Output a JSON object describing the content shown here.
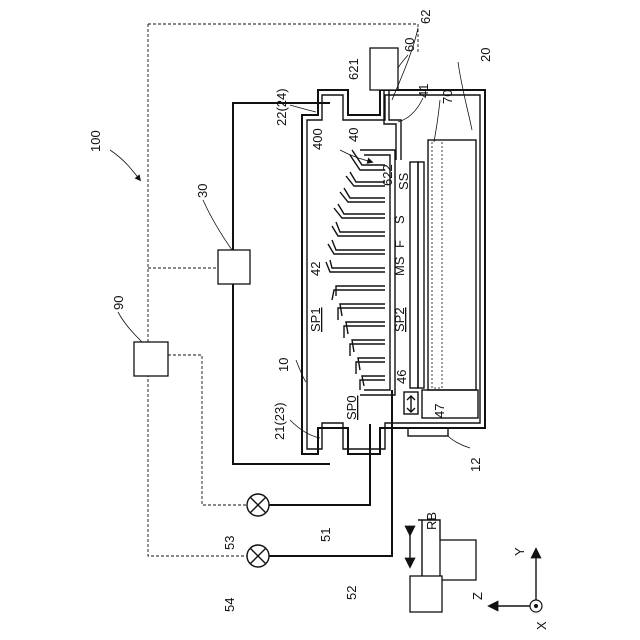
{
  "labels": {
    "ref_100": "100",
    "ref_10": "10",
    "ref_12": "12",
    "ref_20": "20",
    "ref_21_23": "21(23)",
    "ref_22_24": "22(24)",
    "ref_30": "30",
    "ref_40": "40",
    "ref_41": "41",
    "ref_42": "42",
    "ref_46": "46",
    "ref_47": "47",
    "ref_51": "51",
    "ref_52": "52",
    "ref_53": "53",
    "ref_54": "54",
    "ref_60": "60",
    "ref_62": "62",
    "ref_621": "621",
    "ref_622": "622",
    "ref_70": "70",
    "ref_90": "90",
    "ref_400": "400",
    "sp0": "SP0",
    "sp1": "SP1",
    "sp2": "SP2",
    "ss": "SS",
    "s": "S",
    "f": "F",
    "ms": "MS",
    "rb": "RB",
    "axis_x": "X",
    "axis_y": "Y",
    "axis_z": "Z"
  }
}
